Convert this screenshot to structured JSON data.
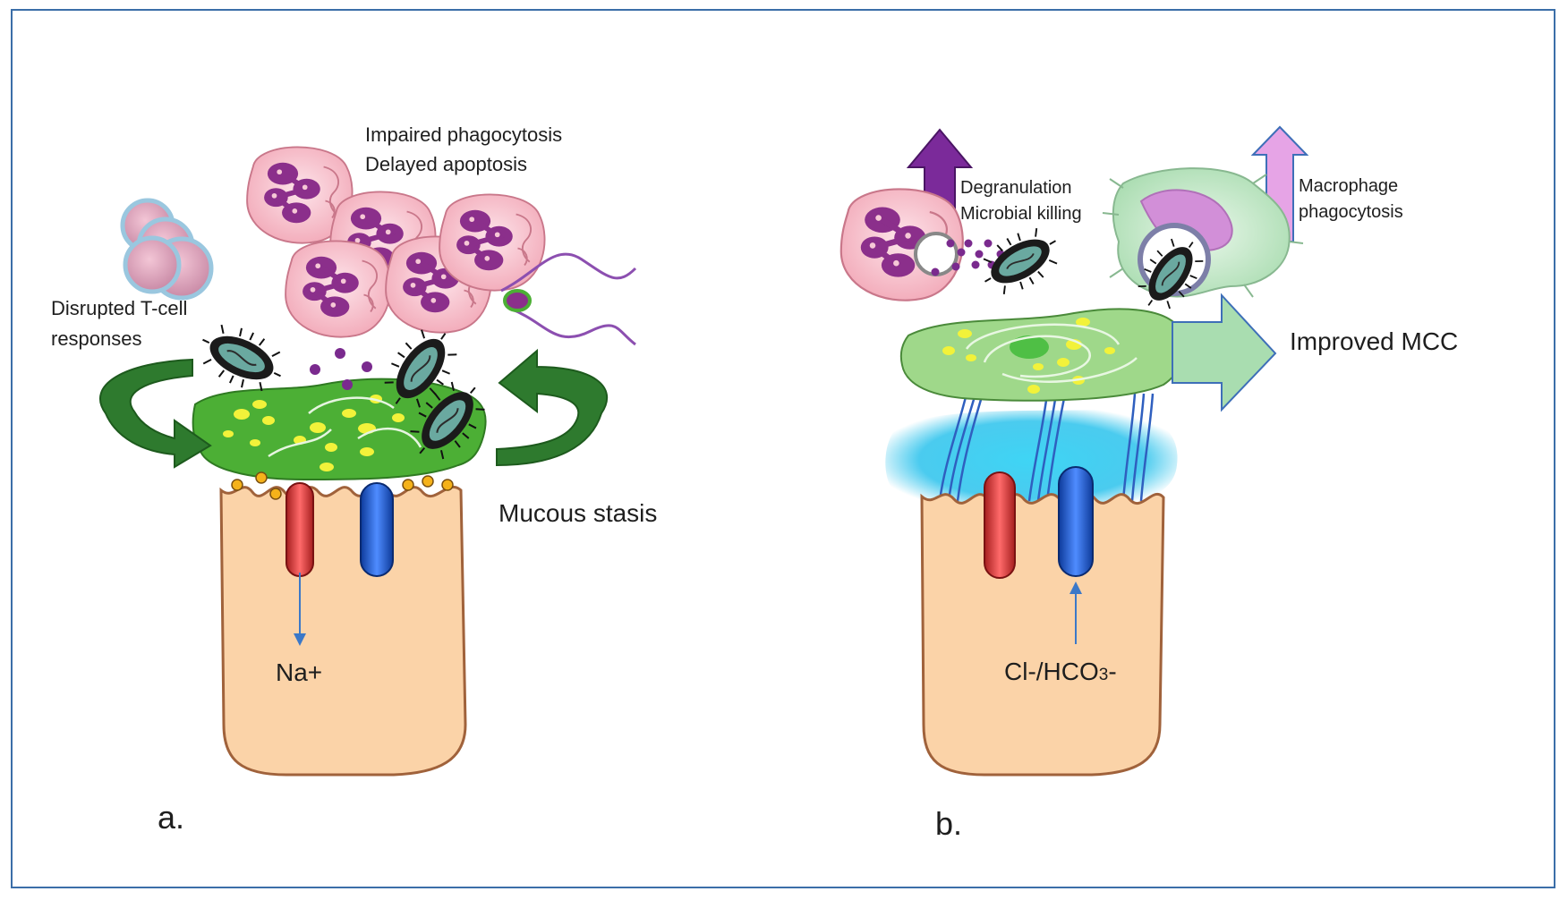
{
  "panel_a": {
    "panel_label": "a.",
    "impaired_phagocytosis": "Impaired phagocytosis",
    "delayed_apoptosis": "Delayed apoptosis",
    "disrupted_tcell_line1": "Disrupted T-cell",
    "disrupted_tcell_line2": "responses",
    "mucous_stasis": "Mucous stasis",
    "ion_label": "Na+"
  },
  "panel_b": {
    "panel_label": "b.",
    "degranulation": "Degranulation",
    "microbial_killing": "Microbial killing",
    "macrophage_line1": "Macrophage",
    "macrophage_line2": "phagocytosis",
    "improved_mcc": "Improved MCC",
    "ion_label_main": "Cl-/HCO",
    "ion_label_sub": "3",
    "ion_label_end": "-"
  },
  "colors": {
    "frame": "#3b6ea8",
    "cell_fill": "#fbd3a8",
    "cell_stroke": "#a0623b",
    "mucus_dense": "#4caf35",
    "mucus_light": "#9fd88a",
    "periciliary": "#29c7ee",
    "channel_red": "#e03a3a",
    "channel_blue": "#1f5fd6",
    "rotation_arrow": "#2e7a2e",
    "neutrophil": "#f4b6c2",
    "nucleus": "#8b2f8b",
    "purple_arrow": "#7b2a9a",
    "pink_arrow": "#e6a4e6",
    "mcc_arrow": "#a9ddb0"
  }
}
